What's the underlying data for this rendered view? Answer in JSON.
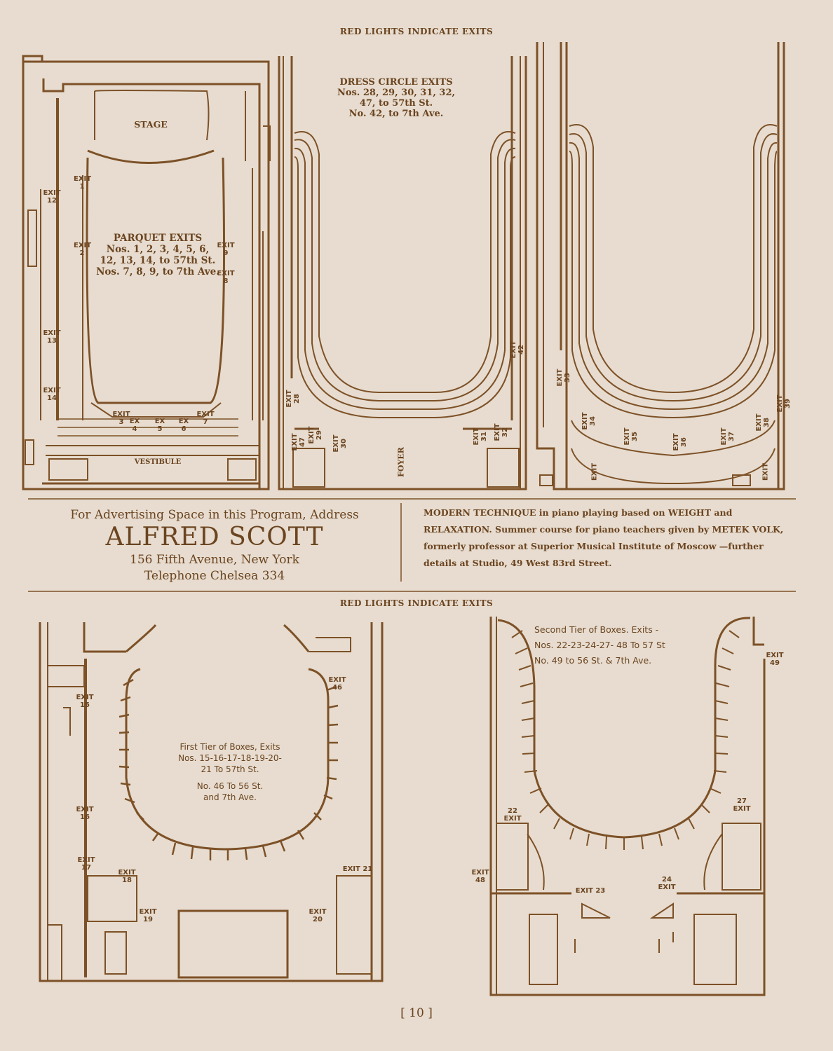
{
  "header_top": "RED LIGHTS INDICATE EXITS",
  "header_middle": "RED LIGHTS INDICATE EXITS",
  "parquet": {
    "stage": "STAGE",
    "vestibule": "VESTIBULE",
    "title": "PARQUET EXITS",
    "line1": "Nos. 1, 2, 3, 4, 5, 6,",
    "line2": "12, 13, 14, to 57th St.",
    "line3": "Nos. 7, 8, 9, to 7th Ave."
  },
  "dress_circle": {
    "title": "DRESS CIRCLE EXITS",
    "line1": "Nos. 28, 29, 30, 31, 32,",
    "line2": "47, to 57th St.",
    "line3": "No. 42, to 7th Ave.",
    "foyer": "FOYER"
  },
  "ad_left": {
    "line1": "For Advertising Space in this Program, Address",
    "name": "ALFRED SCOTT",
    "address": "156 Fifth Avenue, New York",
    "phone": "Telephone Chelsea 334"
  },
  "ad_right": {
    "p1_bold": "MODERN TECHNIQUE",
    "p1_a": " in piano playing based on ",
    "p1_bold2": "WEIGHT",
    "p1_b": " and ",
    "p1_bold3": "RELAXATION.",
    "p1_c": " Summer course for piano teachers given by ",
    "p1_bold4": "METEK VOLK,",
    "p1_d": " formerly professor at Superior Musical Institute of Moscow —further details at Studio, 49 West 83rd Street."
  },
  "first_tier": {
    "line1": "First Tier of Boxes, Exits",
    "line2": "Nos. 15-16-17-18-19-20-",
    "line3": "21 To 57th St.",
    "line4": "No. 46 To 56 St.",
    "line5": "and 7th Ave."
  },
  "second_tier": {
    "line1": "Second Tier of Boxes. Exits -",
    "line2": "Nos. 22-23-24-27- 48 To 57 St",
    "line3": "No. 49 to 56 St. & 7th Ave."
  },
  "exits": {
    "e1": "EXIT 1",
    "e2": "EXIT 2",
    "e3": "EXIT 3",
    "e4": "EX 4",
    "e5": "EX 5",
    "e6": "EX 6",
    "e7": "EXIT 7",
    "e8": "EXIT 8",
    "e9": "EXIT 9",
    "e12": "EXIT 12",
    "e13": "EXIT 13",
    "e14": "EXIT 14",
    "e28": "EXIT 28",
    "e29": "EXIT 29",
    "e30": "EXIT 30",
    "e31": "EXIT 31",
    "e32": "EXIT 32",
    "e42": "EXIT 42",
    "e47": "EXIT 47",
    "e33": "EXIT 33",
    "e34": "EXIT 34",
    "e35": "EXIT 35",
    "e36": "EXIT 36",
    "e37": "EXIT 37",
    "e38": "EXIT 38",
    "e39": "EXIT 39",
    "eX": "EXIT",
    "e15": "EXIT 15",
    "e16": "EXIT 16",
    "e17": "EXIT 17",
    "e18": "EXIT 18",
    "e19": "EXIT 19",
    "e20": "EXIT 20",
    "e21": "EXIT 21",
    "e46": "EXIT 46",
    "e22": "22 EXIT",
    "e23": "EXIT 23",
    "e24": "24 EXIT",
    "e27": "27 EXIT",
    "e48": "EXIT 48",
    "e49": "EXIT 49"
  },
  "page_number": "[ 10 ]",
  "colors": {
    "ink": "#7a4f24",
    "paper": "#e7dccf"
  }
}
